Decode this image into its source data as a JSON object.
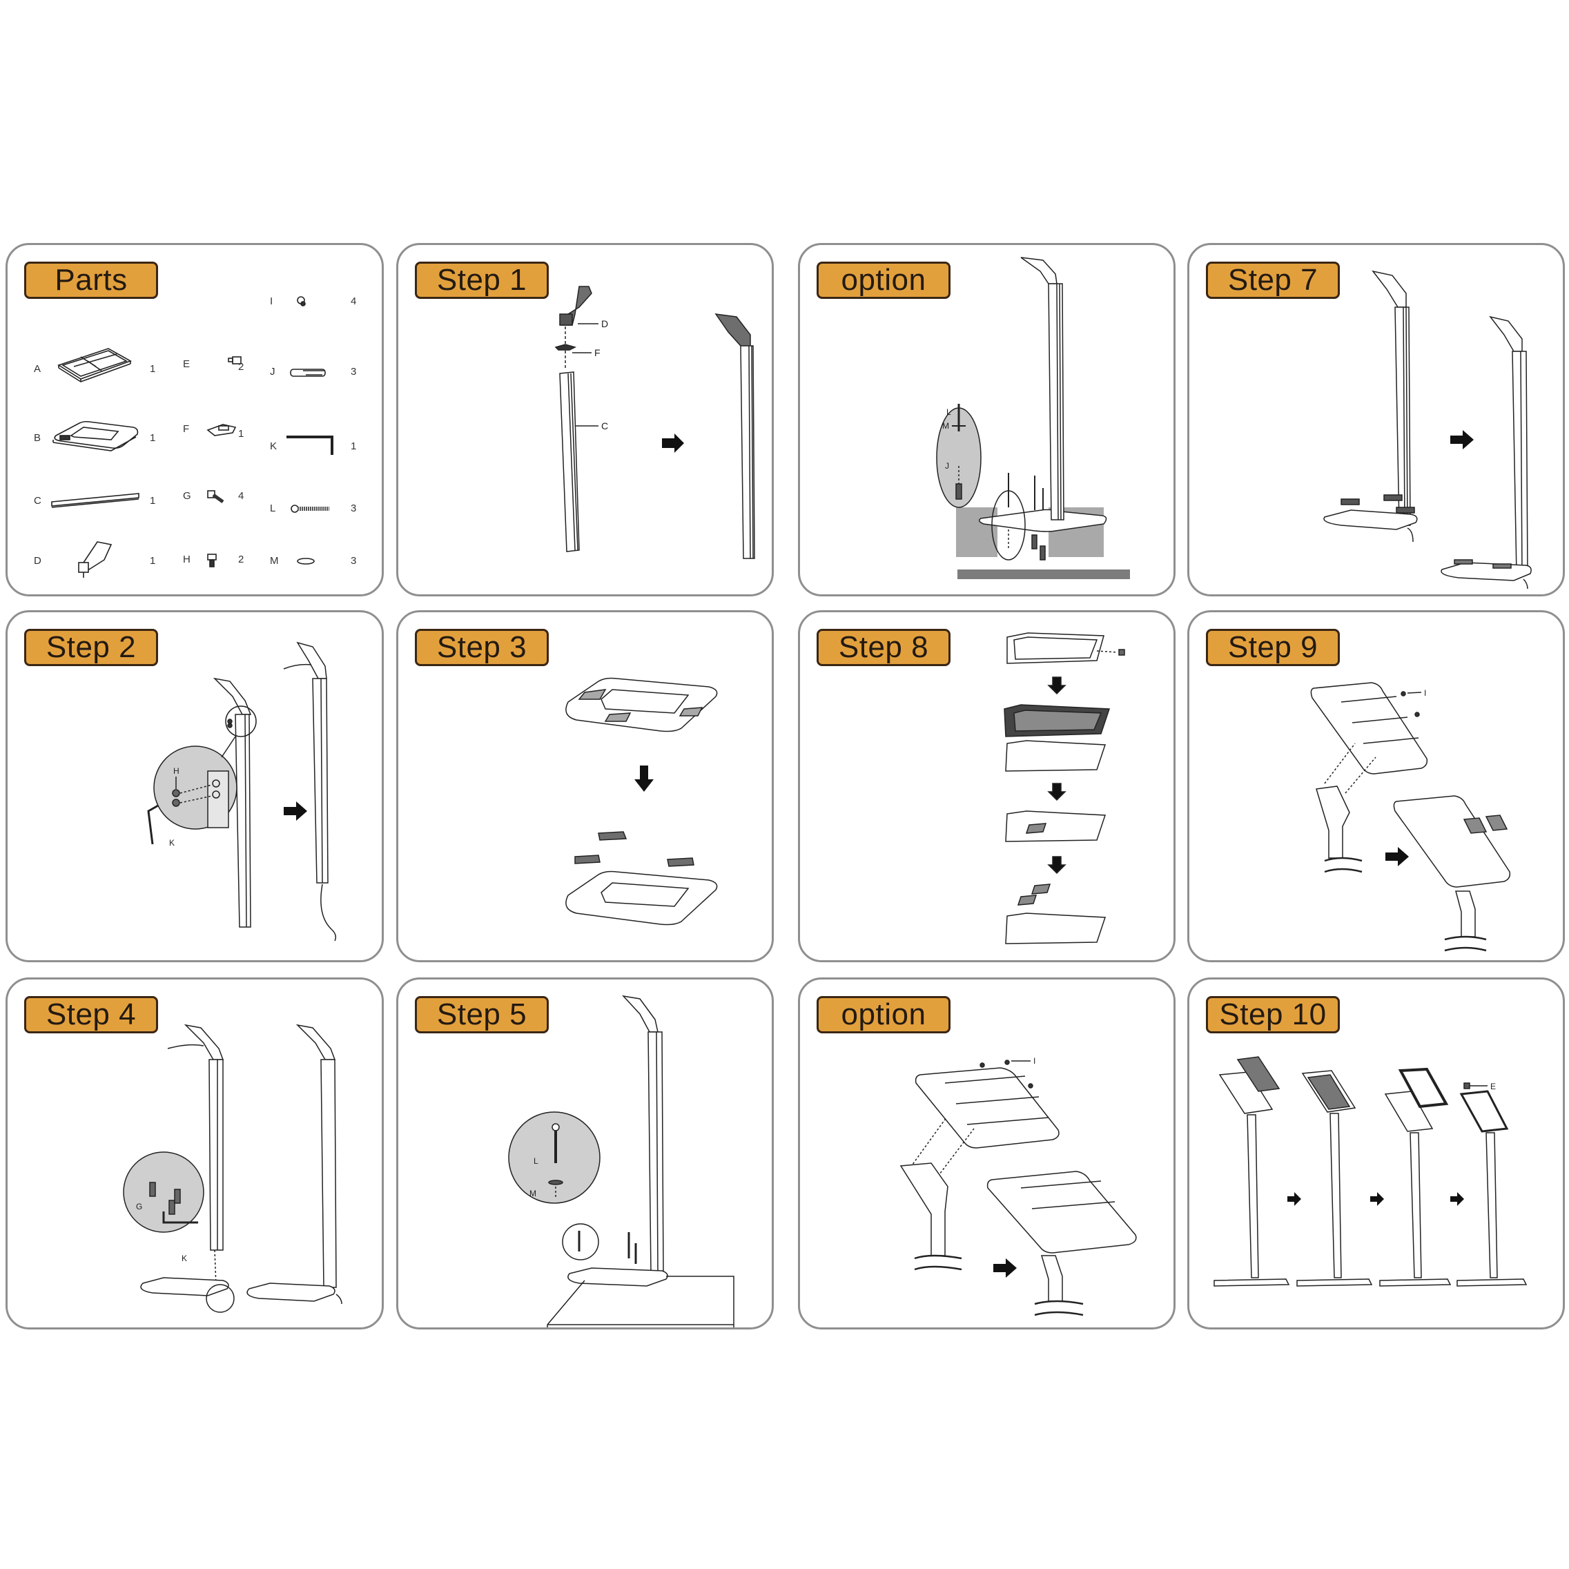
{
  "document": {
    "type": "assembly-instructions",
    "accent_color": "#e2a03d",
    "label_text_color": "#231a12",
    "panel_border_color": "#8f8f8f"
  },
  "panels": [
    {
      "id": "parts",
      "label": "Parts"
    },
    {
      "id": "step1",
      "label": "Step 1"
    },
    {
      "id": "option1",
      "label": "option"
    },
    {
      "id": "step7",
      "label": "Step 7"
    },
    {
      "id": "step2",
      "label": "Step 2"
    },
    {
      "id": "step3",
      "label": "Step 3"
    },
    {
      "id": "step8",
      "label": "Step 8"
    },
    {
      "id": "step9",
      "label": "Step 9"
    },
    {
      "id": "step4",
      "label": "Step 4"
    },
    {
      "id": "step5",
      "label": "Step 5"
    },
    {
      "id": "option2",
      "label": "option"
    },
    {
      "id": "step10",
      "label": "Step 10"
    }
  ],
  "parts_list": [
    {
      "letter": "A",
      "name": "tablet-enclosure-back",
      "qty": "1"
    },
    {
      "letter": "B",
      "name": "base-plate",
      "qty": "1"
    },
    {
      "letter": "C",
      "name": "pole",
      "qty": "1"
    },
    {
      "letter": "D",
      "name": "head-bracket",
      "qty": "1"
    },
    {
      "letter": "E",
      "name": "lock-key",
      "qty": "2"
    },
    {
      "letter": "F",
      "name": "connector-plate",
      "qty": "1"
    },
    {
      "letter": "G",
      "name": "hex-bolt",
      "qty": "4"
    },
    {
      "letter": "H",
      "name": "short-hex-bolt",
      "qty": "2"
    },
    {
      "letter": "I",
      "name": "phillips-screw",
      "qty": "4"
    },
    {
      "letter": "J",
      "name": "wall-anchor",
      "qty": "3"
    },
    {
      "letter": "K",
      "name": "allen-key",
      "qty": "1"
    },
    {
      "letter": "L",
      "name": "wood-screw",
      "qty": "3"
    },
    {
      "letter": "M",
      "name": "washer",
      "qty": "3"
    }
  ],
  "callouts": {
    "step1": [
      "D",
      "F",
      "C"
    ],
    "option1": [
      "L",
      "M",
      "J"
    ],
    "step2": [
      "H",
      "K"
    ],
    "step4": [
      "G",
      "K"
    ],
    "step5": [
      "L",
      "M"
    ],
    "step9": [
      "I"
    ],
    "option2": [
      "I"
    ],
    "step10": [
      "E"
    ]
  }
}
